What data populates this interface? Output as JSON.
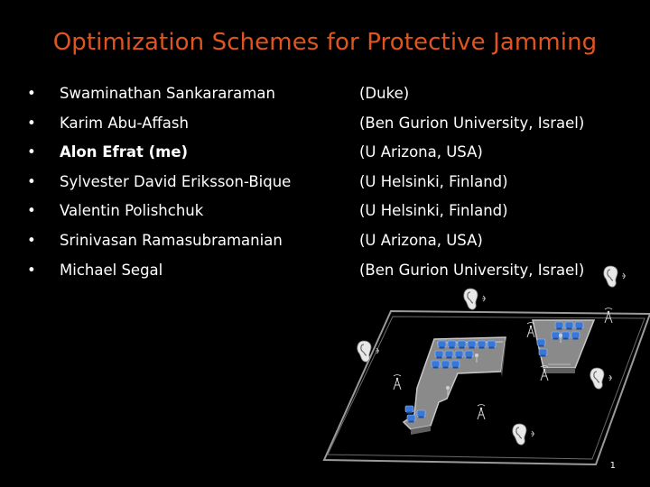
{
  "title": "Optimization Schemes for Protective Jamming",
  "bullet_glyph": "•",
  "authors": [
    {
      "name": "Swaminathan Sankararaman",
      "affiliation": "(Duke)",
      "bold": false
    },
    {
      "name": "Karim Abu-Affash",
      "affiliation": "(Ben Gurion University, Israel)",
      "bold": false
    },
    {
      "name": "Alon Efrat (me)",
      "affiliation": "(U Arizona, USA)",
      "bold": true
    },
    {
      "name": "Sylvester David Eriksson-Bique",
      "affiliation": "(U Helsinki, Finland)",
      "bold": false
    },
    {
      "name": "Valentin Polishchuk",
      "affiliation": "(U Helsinki, Finland)",
      "bold": false
    },
    {
      "name": "Srinivasan Ramasubramanian",
      "affiliation": "(U Arizona, USA)",
      "bold": false
    },
    {
      "name": "Michael Segal",
      "affiliation": "(Ben Gurion University, Israel)",
      "bold": false
    }
  ],
  "page_number": "1",
  "colors": {
    "background": "#000000",
    "title": "#e0551f",
    "text": "#ffffff",
    "computer_blue": "#3a78d8",
    "floor": "#8a8a8a",
    "wall": "#b5b5b5"
  }
}
